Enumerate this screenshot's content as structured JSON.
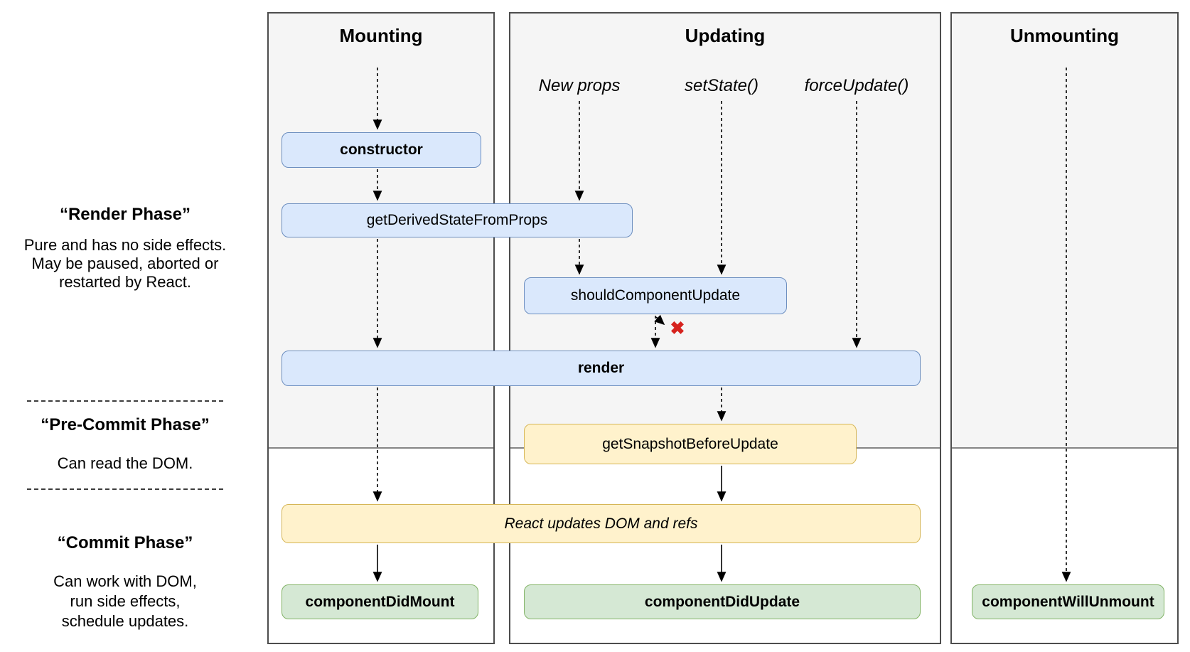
{
  "columns": {
    "mounting": {
      "title": "Mounting"
    },
    "updating": {
      "title": "Updating",
      "triggers": {
        "new_props": "New props",
        "set_state": "setState()",
        "force_update": "forceUpdate()"
      }
    },
    "unmounting": {
      "title": "Unmounting"
    }
  },
  "nodes": {
    "constructor": "constructor",
    "get_derived_state_from_props": "getDerivedStateFromProps",
    "should_component_update": "shouldComponentUpdate",
    "render": "render",
    "get_snapshot_before_update": "getSnapshotBeforeUpdate",
    "react_updates_dom_and_refs": "React updates DOM and refs",
    "component_did_mount": "componentDidMount",
    "component_did_update": "componentDidUpdate",
    "component_will_unmount": "componentWillUnmount"
  },
  "phases": {
    "render_phase": {
      "title": "“Render Phase”",
      "lines": [
        "Pure and has no side effects.",
        "May be paused, aborted or",
        "restarted by React."
      ]
    },
    "pre_commit_phase": {
      "title": "“Pre-Commit Phase”",
      "lines": [
        "Can read the DOM."
      ]
    },
    "commit_phase": {
      "title": "“Commit Phase”",
      "lines": [
        "Can work with DOM,",
        "run side effects,",
        "schedule updates."
      ]
    }
  },
  "icons": {
    "skip_update_x": "✖"
  },
  "colors": {
    "lifecycle_box_blue": "#dae8fc",
    "lifecycle_box_blue_border": "#6c8ebf",
    "side_effect_box_yellow": "#fff2cc",
    "side_effect_box_yellow_border": "#d6b656",
    "commit_box_green": "#d5e8d4",
    "commit_box_green_border": "#82b366",
    "column_background": "#f5f5f5",
    "skip_x_red": "#d6231e"
  }
}
